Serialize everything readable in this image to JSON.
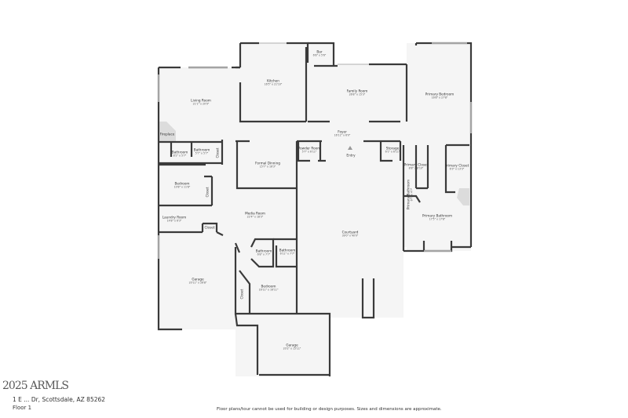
{
  "plan": {
    "rooms": [
      {
        "name": "Living Room",
        "dims": "21'1\" x 20'9\""
      },
      {
        "name": "Kitchen",
        "dims": "16'5\" x 21'10\""
      },
      {
        "name": "Bar",
        "dims": "6'8\" x 5'6\""
      },
      {
        "name": "Family Room",
        "dims": "26'8\" x 15'3\""
      },
      {
        "name": "Primary Bedroom",
        "dims": "16'8\" x 27'8\""
      },
      {
        "name": "Fireplace",
        "dims": ""
      },
      {
        "name": "Bathroom",
        "dims": "8'2\" x 5'7\""
      },
      {
        "name": "Bathroom",
        "dims": "5'7\" x 5'7\""
      },
      {
        "name": "Closet",
        "dims": ""
      },
      {
        "name": "Foyer",
        "dims": "16'11\" x 6'0\""
      },
      {
        "name": "Powder Room",
        "dims": "5'7\" x 6'11\""
      },
      {
        "name": "Entry",
        "dims": ""
      },
      {
        "name": "Storage",
        "dims": "6'1\" x 6'11\""
      },
      {
        "name": "Formal Dinning",
        "dims": "15'7\" x 16'3\""
      },
      {
        "name": "Primary Closet",
        "dims": "8'8\" x 8'10\""
      },
      {
        "name": "Primary Closet",
        "dims": "6'3\" x 13'3\""
      },
      {
        "name": "Bedroom",
        "dims": "10'8\" x 11'8\""
      },
      {
        "name": "Closet",
        "dims": ""
      },
      {
        "name": "Primary Bathroom",
        "dims": "6'7\" x 4'7\""
      },
      {
        "name": "Laundry Room",
        "dims": "14'8\" x 6'3\""
      },
      {
        "name": "Media Room",
        "dims": "22'4\" x 18'3\""
      },
      {
        "name": "Closet",
        "dims": ""
      },
      {
        "name": "Primary Bathroom",
        "dims": "17'5\" x 17'8\""
      },
      {
        "name": "Courtyard",
        "dims": "39'0\" x 40'0\""
      },
      {
        "name": "Bathroom",
        "dims": "6'8\" x 7'7\""
      },
      {
        "name": "Bathroom",
        "dims": "6'11\" x 7'7\""
      },
      {
        "name": "Garage",
        "dims": "20'11\" x 26'8\""
      },
      {
        "name": "Closet",
        "dims": ""
      },
      {
        "name": "Bedroom",
        "dims": "16'11\" x 16'11\""
      },
      {
        "name": "Garage",
        "dims": "20'2\" x 15'11\""
      }
    ],
    "colors": {
      "wall": "#3a3a3a",
      "floor": "#f5f5f5",
      "window": "#c8c8c8",
      "fixture": "#d8d8d8"
    }
  },
  "footer": {
    "address": "1 E ... Dr, Scottsdale, AZ 85262",
    "watermark": "2025 ARMLS",
    "floor": "Floor 1",
    "disclaimer": "Floor plans/tour cannot be used for building or design purposes. Sizes and dimensions are approximate."
  }
}
